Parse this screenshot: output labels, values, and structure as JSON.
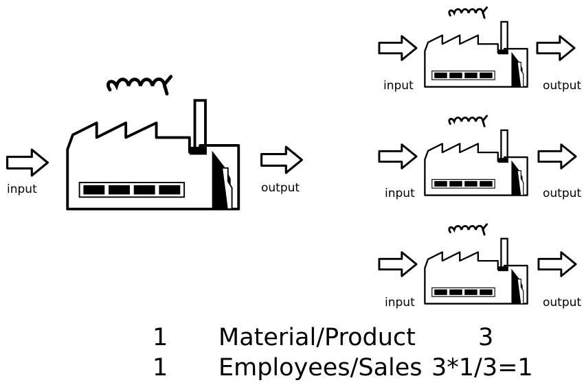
{
  "large_factory": {
    "input_label": "input",
    "output_label": "output"
  },
  "small_factories": [
    {
      "input_label": "input",
      "output_label": "output"
    },
    {
      "input_label": "input",
      "output_label": "output"
    },
    {
      "input_label": "input",
      "output_label": "output"
    }
  ],
  "summary_rows": [
    {
      "left": "1",
      "metric": "Material/Product",
      "right": "3"
    },
    {
      "left": "1",
      "metric": "Employees/Sales",
      "right": "3*1/3=1"
    }
  ],
  "colors": {
    "ink": "#000000",
    "background": "#ffffff"
  }
}
